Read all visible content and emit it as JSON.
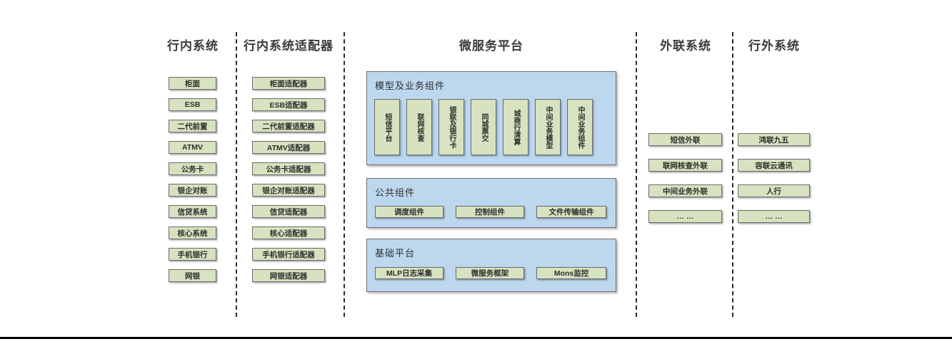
{
  "colors": {
    "green_fill": "#d7e3c0",
    "green_border": "#6a6a6a",
    "blue_fill": "#bdd7ee",
    "blue_border": "#6f6f6f",
    "heading_text": "#3a3a3a"
  },
  "columns": {
    "internal": {
      "title": "行内系统",
      "items": [
        "柜面",
        "ESB",
        "二代前置",
        "ATMV",
        "公务卡",
        "银企对账",
        "信贷系统",
        "核心系统",
        "手机银行",
        "网银"
      ]
    },
    "adapters": {
      "title": "行内系统适配器",
      "items": [
        "柜面适配器",
        "ESB适配器",
        "二代前置适配器",
        "ATMV适配器",
        "公务卡适配器",
        "银企对账适配器",
        "信贷适配器",
        "核心适配器",
        "手机银行适配器",
        "网银适配器"
      ]
    },
    "platform": {
      "title": "微服务平台",
      "model_group": {
        "label": "模型及业务组件",
        "items": [
          "短信平台",
          "联网核查",
          "银联及银行卡",
          "同城票交",
          "城商行清算",
          "中间业务模型",
          "中间业务组件"
        ]
      },
      "common_group": {
        "label": "公共组件",
        "items": [
          "调度组件",
          "控制组件",
          "文件传输组件"
        ]
      },
      "base_group": {
        "label": "基础平台",
        "items": [
          "MLP日志采集",
          "微服务框架",
          "Mons监控"
        ]
      }
    },
    "outbound": {
      "title": "外联系统",
      "items": [
        "短信外联",
        "联网核查外联",
        "中间业务外联",
        "… …"
      ]
    },
    "external": {
      "title": "行外系统",
      "items": [
        "鸿联九五",
        "容联云通讯",
        "人行",
        "… …"
      ]
    }
  }
}
